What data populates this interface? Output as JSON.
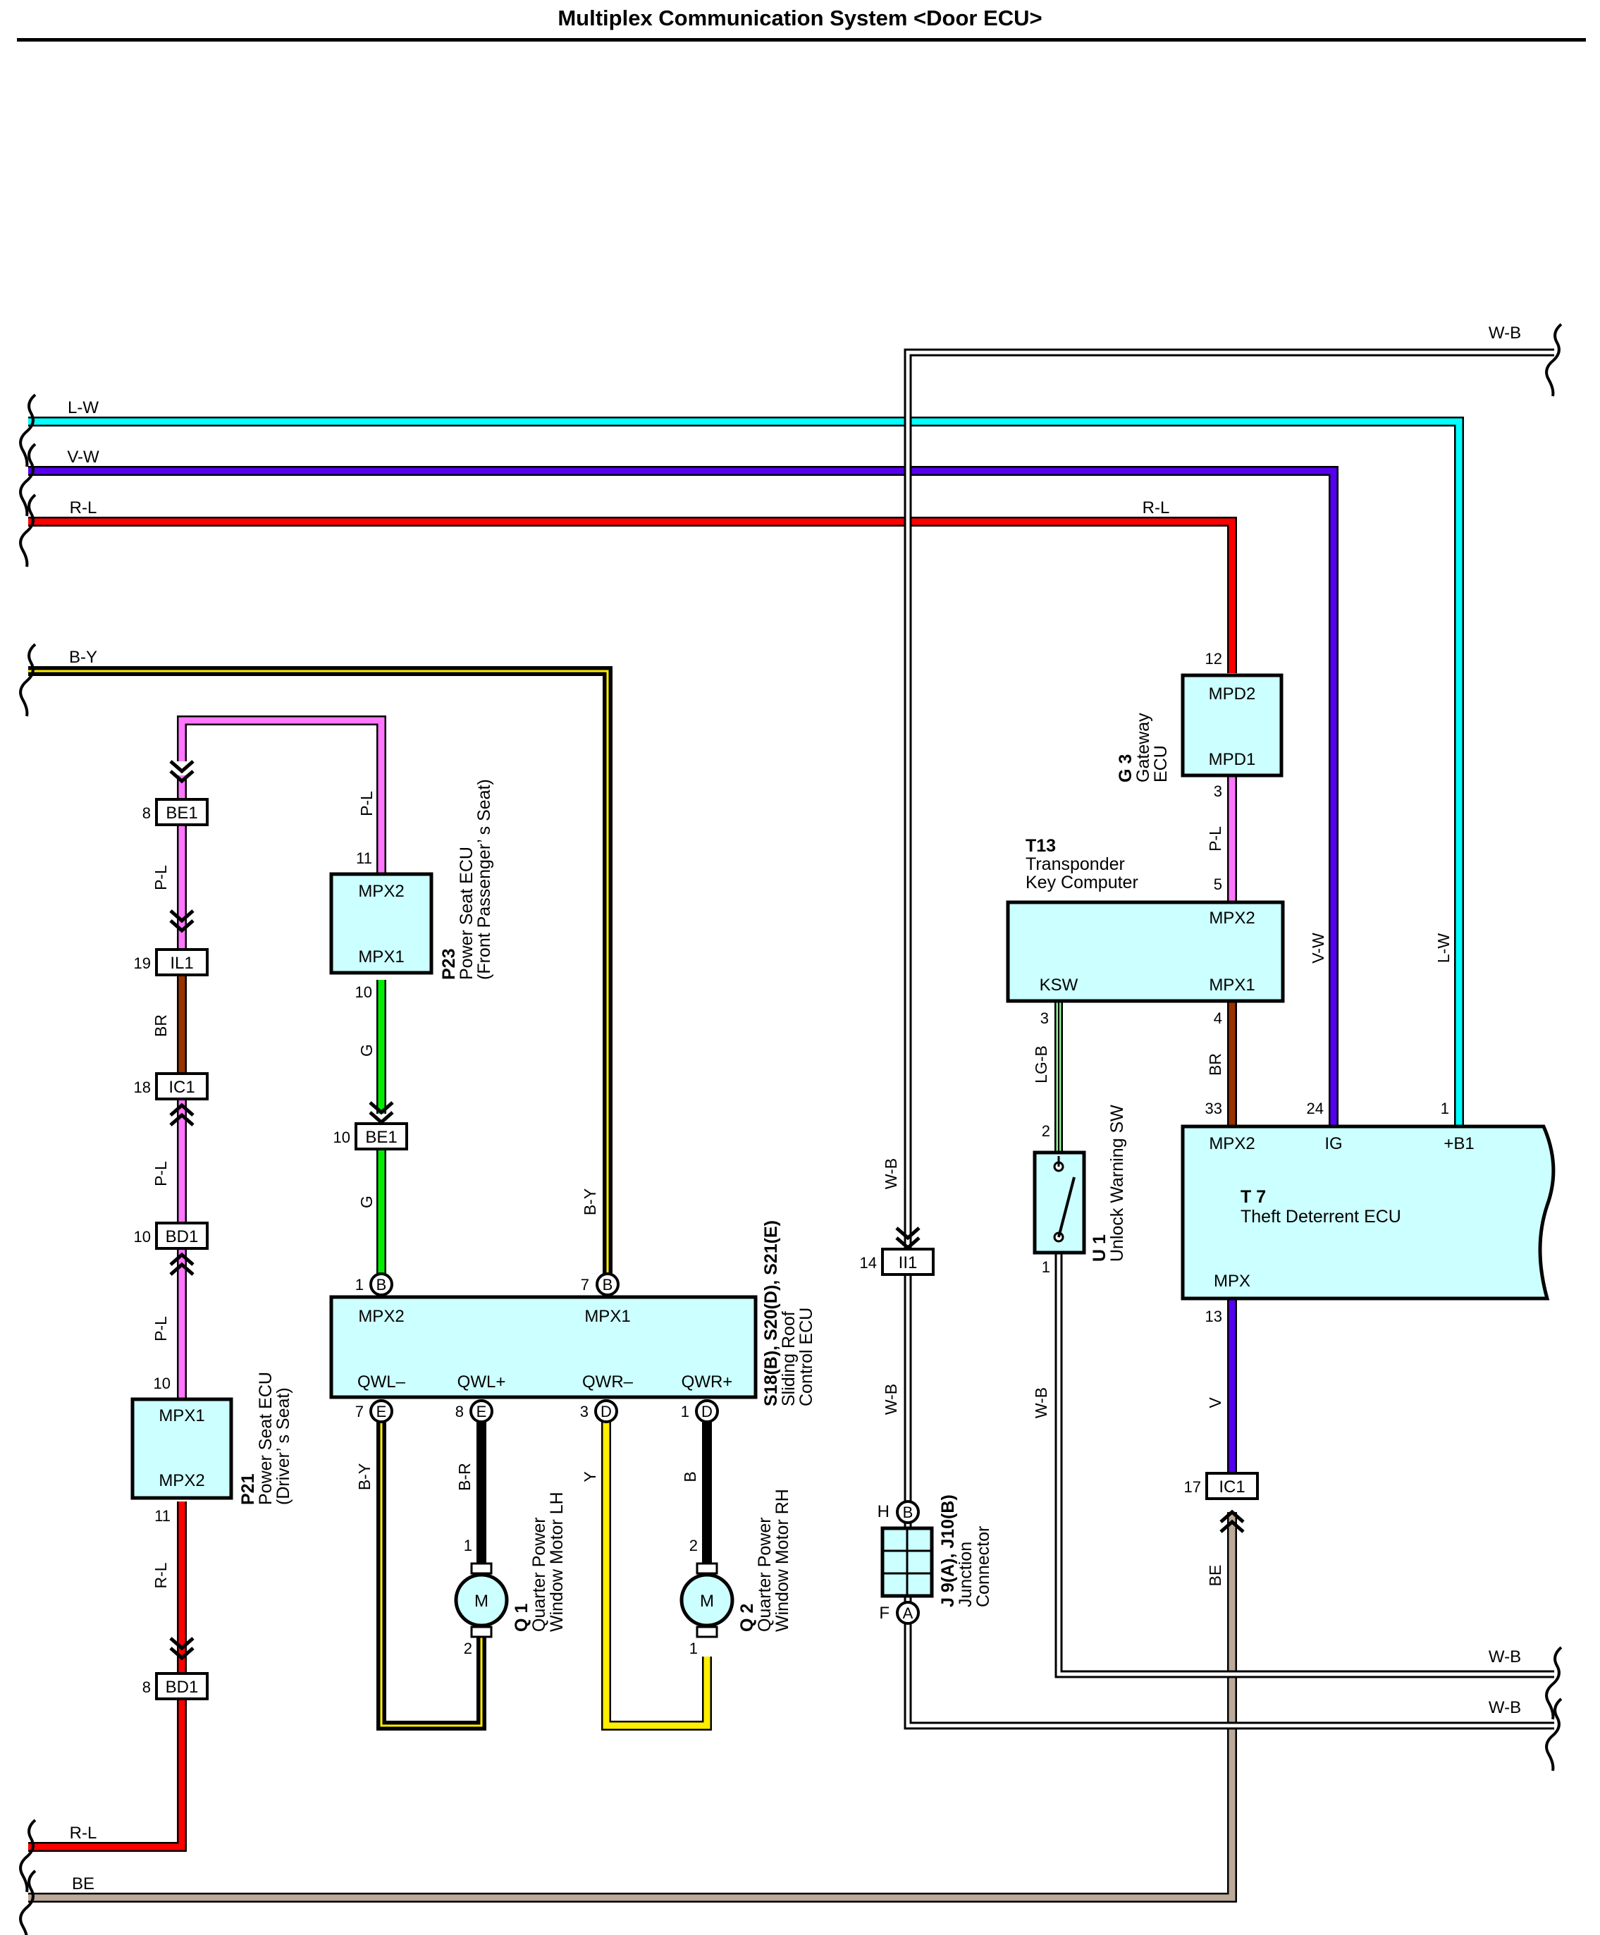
{
  "title": "Multiplex Communication System <Door ECU>",
  "colors": {
    "L-W": "#00ffff",
    "V-W": "#5500ee",
    "R-L": "#ff0000",
    "B-Y": "#ffee00",
    "P-L": "#ff77ff",
    "BR": "#993300",
    "G": "#00ee00",
    "V": "#5500ee",
    "BE": "#bbaa99",
    "LG-B": "#99ee99",
    "W-B": "#ffffff",
    "Y": "#ffee00",
    "B": "#000000",
    "B-R": "#ff0000",
    "box_fill": "#ccffff"
  },
  "wires": {
    "w_lw": "L-W",
    "w_vw": "V-W",
    "w_rl": "R-L",
    "w_by": "B-Y",
    "w_wb_top": "W-B",
    "w_rl_right": "R-L",
    "w_pl_left": "P-L",
    "w_br_left": "BR",
    "w_pl_left2": "P-L",
    "w_pl_left3": "P-L",
    "w_rl_left": "R-L",
    "w_pl_p23": "P-L",
    "w_g1": "G",
    "w_g2": "G",
    "w_by_s18": "B-Y",
    "w_by_q1": "B-Y",
    "w_br_q1": "B-R",
    "w_y_q2": "Y",
    "w_b_q2": "B",
    "w_wb_j1": "W-B",
    "w_wb_j2": "W-B",
    "w_pl_g3": "P-L",
    "w_lgb": "LG-B",
    "w_wb_u1": "W-B",
    "w_br_t13": "BR",
    "w_vw_t7": "V-W",
    "w_lw_t7": "L-W",
    "w_v_t7": "V",
    "w_be_t7": "BE",
    "w_wb_b1": "W-B",
    "w_wb_b2": "W-B",
    "w_rl_bot": "R-L",
    "w_be_bot": "BE"
  },
  "components": {
    "p21": {
      "code": "P21",
      "name1": "Power Seat ECU",
      "name2": "(Driver’ s Seat)",
      "t1": "MPX1",
      "t2": "MPX2",
      "p1": "10",
      "p2": "11"
    },
    "p23": {
      "code": "P23",
      "name1": "Power Seat ECU",
      "name2": "(Front Passenger’ s Seat)",
      "t1": "MPX2",
      "t2": "MPX1",
      "p1": "11",
      "p2": "10"
    },
    "s18": {
      "code": "S18(B), S20(D), S21(E)",
      "name1": "Sliding Roof",
      "name2": "Control ECU",
      "t_mpx2": "MPX2",
      "t_mpx1": "MPX1",
      "t_qwlm": "QWL–",
      "t_qwlp": "QWL+",
      "t_qwrm": "QWR–",
      "t_qwrp": "QWR+",
      "p_mpx2": "1",
      "p_mpx1": "7",
      "p_qwlm": "7",
      "p_qwlp": "8",
      "p_qwrm": "3",
      "p_qwrp": "1",
      "c_mpx2": "B",
      "c_mpx1": "B",
      "c_qwlm": "E",
      "c_qwlp": "E",
      "c_qwrm": "D",
      "c_qwrp": "D"
    },
    "q1": {
      "code": "Q 1",
      "name1": "Quarter Power",
      "name2": "Window Motor LH",
      "m": "M",
      "p1": "1",
      "p2": "2"
    },
    "q2": {
      "code": "Q 2",
      "name1": "Quarter Power",
      "name2": "Window Motor RH",
      "m": "M",
      "p1": "2",
      "p2": "1"
    },
    "j9": {
      "code": "J 9(A), J10(B)",
      "name1": "Junction",
      "name2": "Connector",
      "tH": "H",
      "cH": "B",
      "tF": "F",
      "cF": "A"
    },
    "g3": {
      "code": "G 3",
      "name1": "Gateway",
      "name2": "ECU",
      "t1": "MPD2",
      "t2": "MPD1",
      "p1": "12",
      "p2": "3"
    },
    "t13": {
      "code": "T13",
      "name1": "Transponder",
      "name2": "Key Computer",
      "t_mpx2": "MPX2",
      "t_ksw": "KSW",
      "t_mpx1": "MPX1",
      "p_mpx2": "5",
      "p_ksw": "3",
      "p_mpx1": "4"
    },
    "u1": {
      "code": "U 1",
      "name1": "Unlock Warning SW",
      "p1": "2",
      "p2": "1"
    },
    "t7": {
      "code": "T 7",
      "name1": "Theft Deterrent ECU",
      "t_mpx2": "MPX2",
      "t_ig": "IG",
      "t_b1": "+B1",
      "t_mpx": "MPX",
      "p_mpx2": "33",
      "p_ig": "24",
      "p_b1": "1",
      "p_mpx": "13"
    }
  },
  "connectors": {
    "be1_a": {
      "id": "BE1",
      "pin": "8"
    },
    "il1": {
      "id": "IL1",
      "pin": "19"
    },
    "ic1_a": {
      "id": "IC1",
      "pin": "18"
    },
    "bd1_a": {
      "id": "BD1",
      "pin": "10"
    },
    "bd1_b": {
      "id": "BD1",
      "pin": "8"
    },
    "be1_b": {
      "id": "BE1",
      "pin": "10"
    },
    "ii1": {
      "id": "II1",
      "pin": "14"
    },
    "ic1_b": {
      "id": "IC1",
      "pin": "17"
    }
  }
}
